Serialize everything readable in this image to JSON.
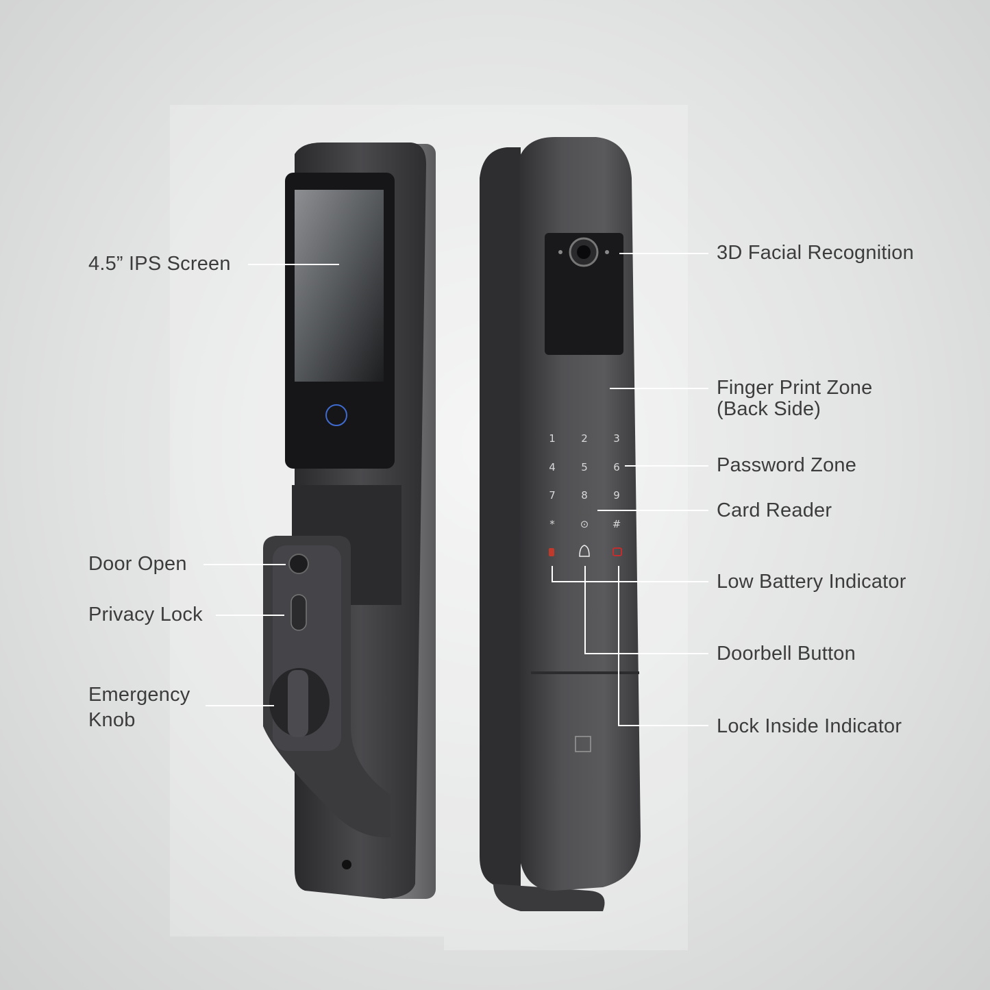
{
  "accent_color": "#ffffff",
  "body_color": "#3a3a3c",
  "callouts_left": [
    {
      "id": "ips-screen",
      "lines": [
        "4.5” IPS Screen"
      ]
    },
    {
      "id": "door-open",
      "lines": [
        "Door Open"
      ]
    },
    {
      "id": "privacy-lock",
      "lines": [
        "Privacy Lock"
      ]
    },
    {
      "id": "emergency-knob",
      "lines": [
        "Emergency",
        "Knob"
      ]
    }
  ],
  "callouts_right": [
    {
      "id": "facial-recognition",
      "lines": [
        "3D Facial Recognition"
      ]
    },
    {
      "id": "finger-print",
      "lines": [
        "Finger Print Zone",
        "(Back Side)"
      ]
    },
    {
      "id": "password-zone",
      "lines": [
        "Password Zone"
      ]
    },
    {
      "id": "card-reader",
      "lines": [
        "Card Reader"
      ]
    },
    {
      "id": "low-battery",
      "lines": [
        "Low Battery Indicator"
      ]
    },
    {
      "id": "doorbell",
      "lines": [
        "Doorbell Button"
      ]
    },
    {
      "id": "lock-inside",
      "lines": [
        "Lock Inside Indicator"
      ]
    }
  ],
  "keypad": {
    "keys": [
      "1",
      "2",
      "3",
      "4",
      "5",
      "6",
      "7",
      "8",
      "9",
      "*",
      "⊙",
      "#"
    ]
  }
}
